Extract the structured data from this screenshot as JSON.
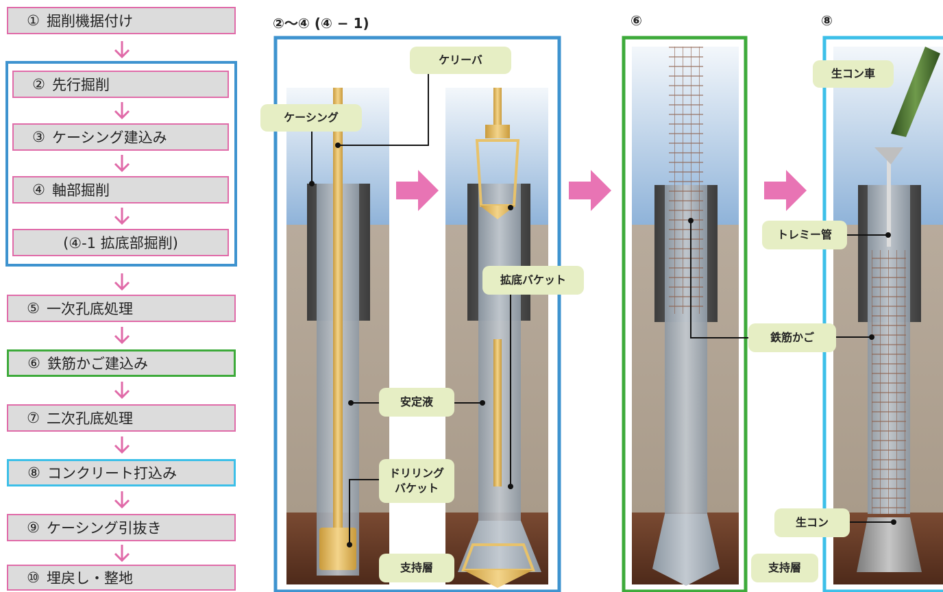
{
  "steps": [
    {
      "num": "①",
      "label": "掘削機据付け"
    },
    {
      "num": "②",
      "label": "先行掘削"
    },
    {
      "num": "③",
      "label": "ケーシング建込み"
    },
    {
      "num": "④",
      "label": "軸部掘削"
    },
    {
      "num": "",
      "label": "(④-1 拡底部掘削)"
    },
    {
      "num": "⑤",
      "label": "一次孔底処理"
    },
    {
      "num": "⑥",
      "label": "鉄筋かご建込み"
    },
    {
      "num": "⑦",
      "label": "二次孔底処理"
    },
    {
      "num": "⑧",
      "label": "コンクリート打込み"
    },
    {
      "num": "⑨",
      "label": "ケーシング引抜き"
    },
    {
      "num": "⑩",
      "label": "埋戻し・整地"
    }
  ],
  "sections": {
    "s1": "②〜④ (④ − 1)",
    "s2": "⑥",
    "s3": "⑧"
  },
  "labels": {
    "casing": "ケーシング",
    "kelly_bar": "ケリーバ",
    "stabilizing_fluid": "安定液",
    "drilling_bucket": "ドリリング\nバケット",
    "reaming_bucket": "拡底バケット",
    "bearing_layer_1": "支持層",
    "bearing_layer_2": "支持層",
    "rebar_cage_1": "鉄筋かご",
    "mixer_truck": "生コン車",
    "tremie_pipe": "トレミー管",
    "fresh_concrete": "生コン"
  },
  "colors": {
    "pink_border": "#e06aa8",
    "blue_frame": "#3e93cf",
    "green_frame": "#3daa3a",
    "cyan_frame": "#3cbfe8",
    "label_bg": "#e6eec4",
    "arrow": "#e874b4"
  }
}
